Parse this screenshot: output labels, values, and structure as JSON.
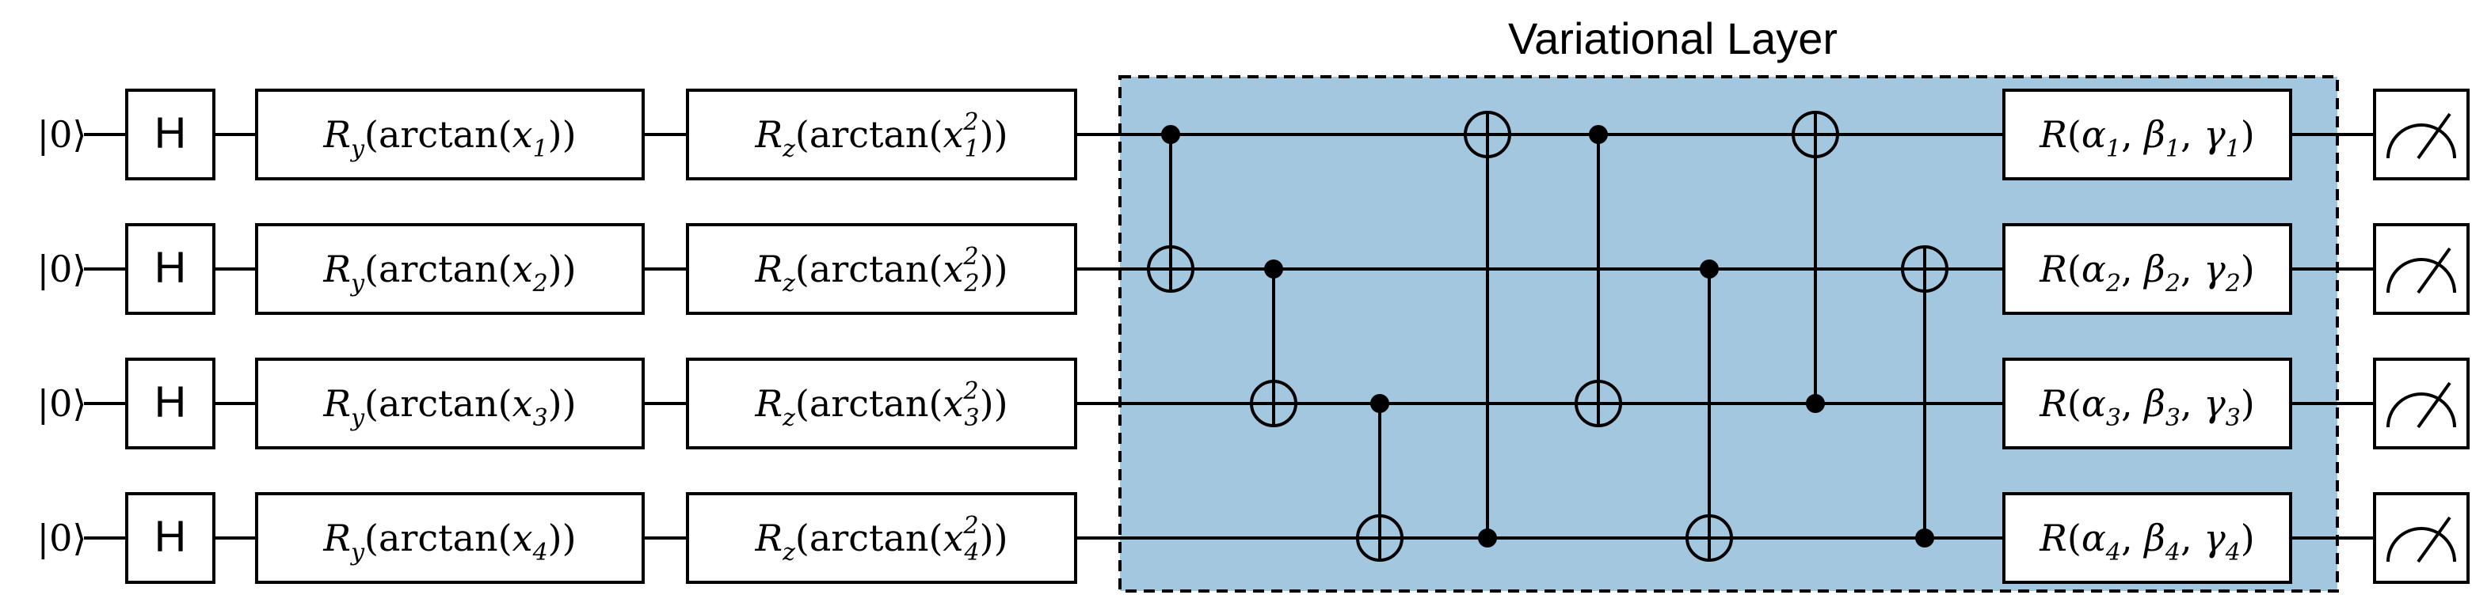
{
  "title": "Variational Layer",
  "colors": {
    "layer_fill": "#a3c7de",
    "layer_border": "#000000",
    "line": "#000000",
    "gate_fill": "#ffffff"
  },
  "qubits": [
    {
      "init": "|0⟩",
      "h_gate": "H",
      "ry": {
        "pre": "arctan(",
        "var": "x",
        "sub": "1",
        "post": "))"
      },
      "rz": {
        "pre": "arctan(",
        "var": "x",
        "sub": "1",
        "sup": "2",
        "post": "))"
      },
      "rot": {
        "a": "α",
        "b": "β",
        "g": "γ",
        "sub": "1"
      }
    },
    {
      "init": "|0⟩",
      "h_gate": "H",
      "ry": {
        "pre": "arctan(",
        "var": "x",
        "sub": "2",
        "post": "))"
      },
      "rz": {
        "pre": "arctan(",
        "var": "x",
        "sub": "2",
        "sup": "2",
        "post": "))"
      },
      "rot": {
        "a": "α",
        "b": "β",
        "g": "γ",
        "sub": "2"
      }
    },
    {
      "init": "|0⟩",
      "h_gate": "H",
      "ry": {
        "pre": "arctan(",
        "var": "x",
        "sub": "3",
        "post": "))"
      },
      "rz": {
        "pre": "arctan(",
        "var": "x",
        "sub": "3",
        "sup": "2",
        "post": "))"
      },
      "rot": {
        "a": "α",
        "b": "β",
        "g": "γ",
        "sub": "3"
      }
    },
    {
      "init": "|0⟩",
      "h_gate": "H",
      "ry": {
        "pre": "arctan(",
        "var": "x",
        "sub": "4",
        "post": "))"
      },
      "rz": {
        "pre": "arctan(",
        "var": "x",
        "sub": "4",
        "sup": "2",
        "post": "))"
      },
      "rot": {
        "a": "α",
        "b": "β",
        "g": "γ",
        "sub": "4"
      }
    }
  ],
  "gate_labels": {
    "ry_letter": "R",
    "ry_sub": "y",
    "rz_letter": "R",
    "rz_sub": "z",
    "rot_letter": "R"
  },
  "cnots": [
    {
      "control": 0,
      "target": 1
    },
    {
      "control": 1,
      "target": 2
    },
    {
      "control": 2,
      "target": 3
    },
    {
      "control": 3,
      "target": 0
    },
    {
      "control": 0,
      "target": 2
    },
    {
      "control": 1,
      "target": 3
    },
    {
      "control": 2,
      "target": 0
    },
    {
      "control": 3,
      "target": 1
    }
  ]
}
